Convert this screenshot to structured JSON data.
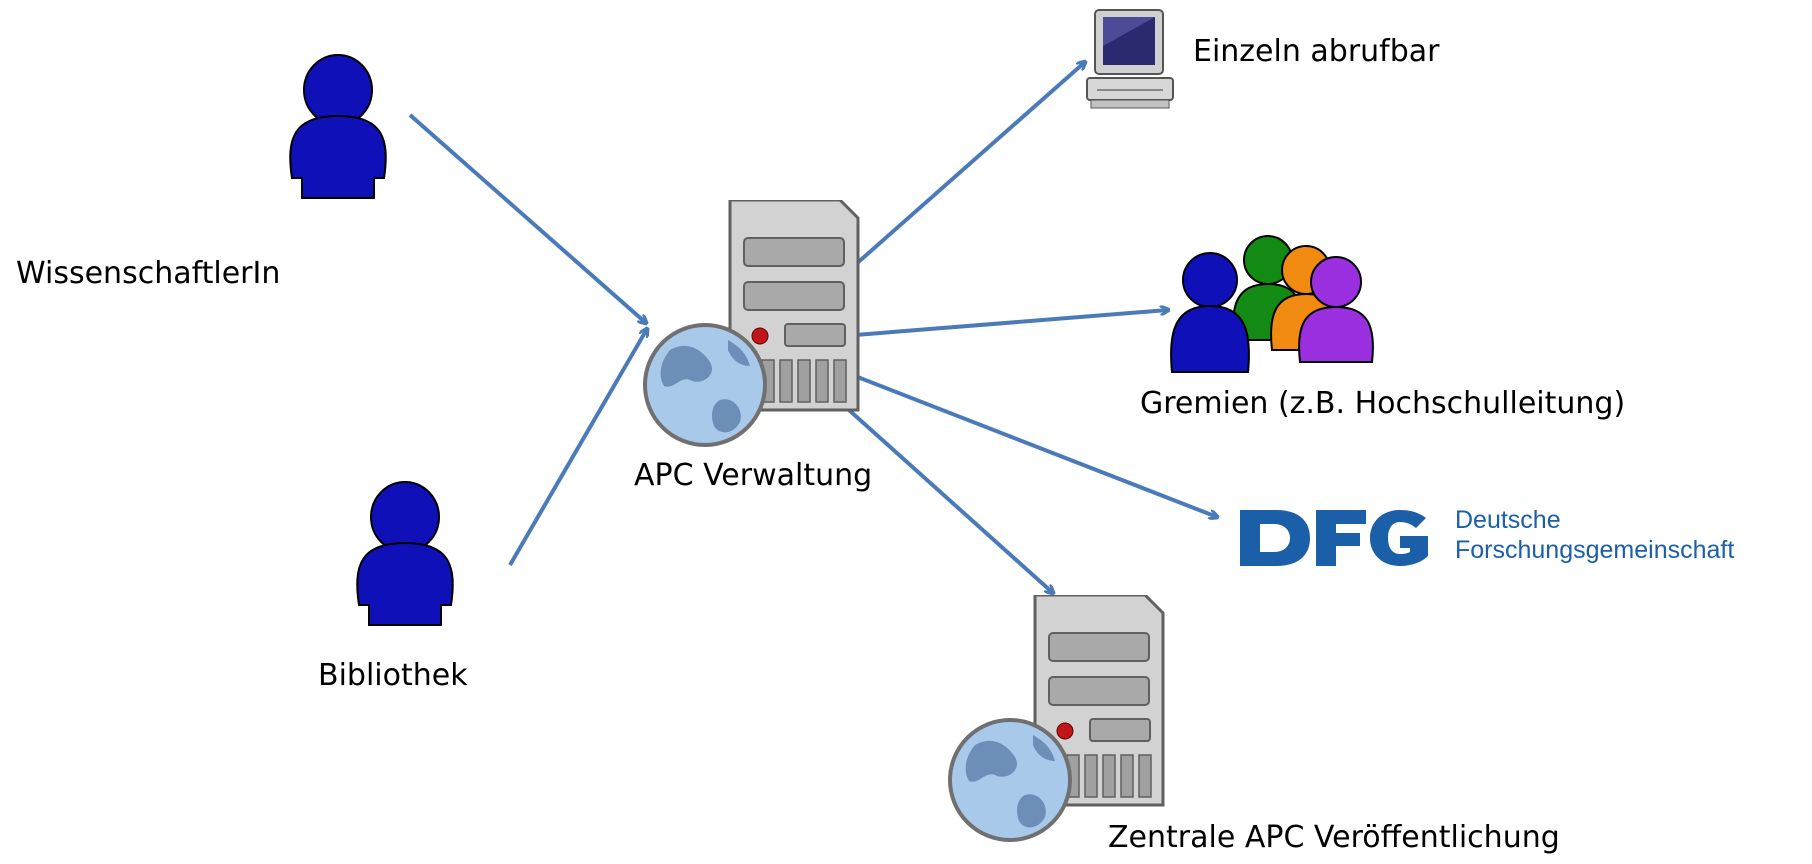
{
  "nodes": {
    "scientist": {
      "label": "WissenschaftlerIn"
    },
    "library": {
      "label": "Bibliothek"
    },
    "apc_admin": {
      "label": "APC Verwaltung"
    },
    "individual": {
      "label": "Einzeln abrufbar"
    },
    "committees": {
      "label": "Gremien (z.B. Hochschulleitung)"
    },
    "dfg": {
      "logo_text": "DFG",
      "line1": "Deutsche",
      "line2": "Forschungsgemeinschaft"
    },
    "central": {
      "label": "Zentrale APC Veröffentlichung"
    }
  },
  "edges": [
    {
      "from": "scientist",
      "to": "apc_admin"
    },
    {
      "from": "library",
      "to": "apc_admin"
    },
    {
      "from": "apc_admin",
      "to": "individual"
    },
    {
      "from": "apc_admin",
      "to": "committees"
    },
    {
      "from": "apc_admin",
      "to": "dfg"
    },
    {
      "from": "apc_admin",
      "to": "central"
    }
  ],
  "colors": {
    "arrow": "#4a7ab8",
    "person": "#1010b8",
    "dfg": "#1b5fa8"
  }
}
